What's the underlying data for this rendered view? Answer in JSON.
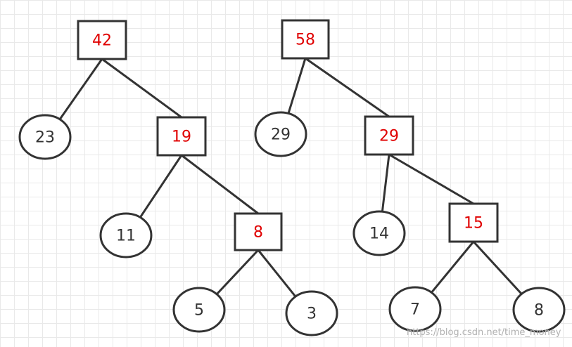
{
  "colors": {
    "internal_text": "#e00000",
    "leaf_text": "#333333",
    "stroke": "#333333"
  },
  "trees": [
    {
      "nodes": [
        {
          "id": "a42",
          "label": "42",
          "shape": "rect",
          "kind": "internal"
        },
        {
          "id": "a23",
          "label": "23",
          "shape": "ellipse",
          "kind": "leaf"
        },
        {
          "id": "a19",
          "label": "19",
          "shape": "rect",
          "kind": "internal"
        },
        {
          "id": "a11",
          "label": "11",
          "shape": "ellipse",
          "kind": "leaf"
        },
        {
          "id": "a8",
          "label": "8",
          "shape": "rect",
          "kind": "internal"
        },
        {
          "id": "a5",
          "label": "5",
          "shape": "ellipse",
          "kind": "leaf"
        },
        {
          "id": "a3",
          "label": "3",
          "shape": "ellipse",
          "kind": "leaf"
        }
      ],
      "edges": [
        [
          "a42",
          "a23"
        ],
        [
          "a42",
          "a19"
        ],
        [
          "a19",
          "a11"
        ],
        [
          "a19",
          "a8"
        ],
        [
          "a8",
          "a5"
        ],
        [
          "a8",
          "a3"
        ]
      ]
    },
    {
      "nodes": [
        {
          "id": "b58",
          "label": "58",
          "shape": "rect",
          "kind": "internal"
        },
        {
          "id": "b29a",
          "label": "29",
          "shape": "ellipse",
          "kind": "leaf"
        },
        {
          "id": "b29b",
          "label": "29",
          "shape": "rect",
          "kind": "internal"
        },
        {
          "id": "b14",
          "label": "14",
          "shape": "ellipse",
          "kind": "leaf"
        },
        {
          "id": "b15",
          "label": "15",
          "shape": "rect",
          "kind": "internal"
        },
        {
          "id": "b7",
          "label": "7",
          "shape": "ellipse",
          "kind": "leaf"
        },
        {
          "id": "b8",
          "label": "8",
          "shape": "ellipse",
          "kind": "leaf"
        }
      ],
      "edges": [
        [
          "b58",
          "b29a"
        ],
        [
          "b58",
          "b29b"
        ],
        [
          "b29b",
          "b14"
        ],
        [
          "b29b",
          "b15"
        ],
        [
          "b15",
          "b7"
        ],
        [
          "b15",
          "b8"
        ]
      ]
    }
  ],
  "watermark": "https://blog.csdn.net/time_money"
}
